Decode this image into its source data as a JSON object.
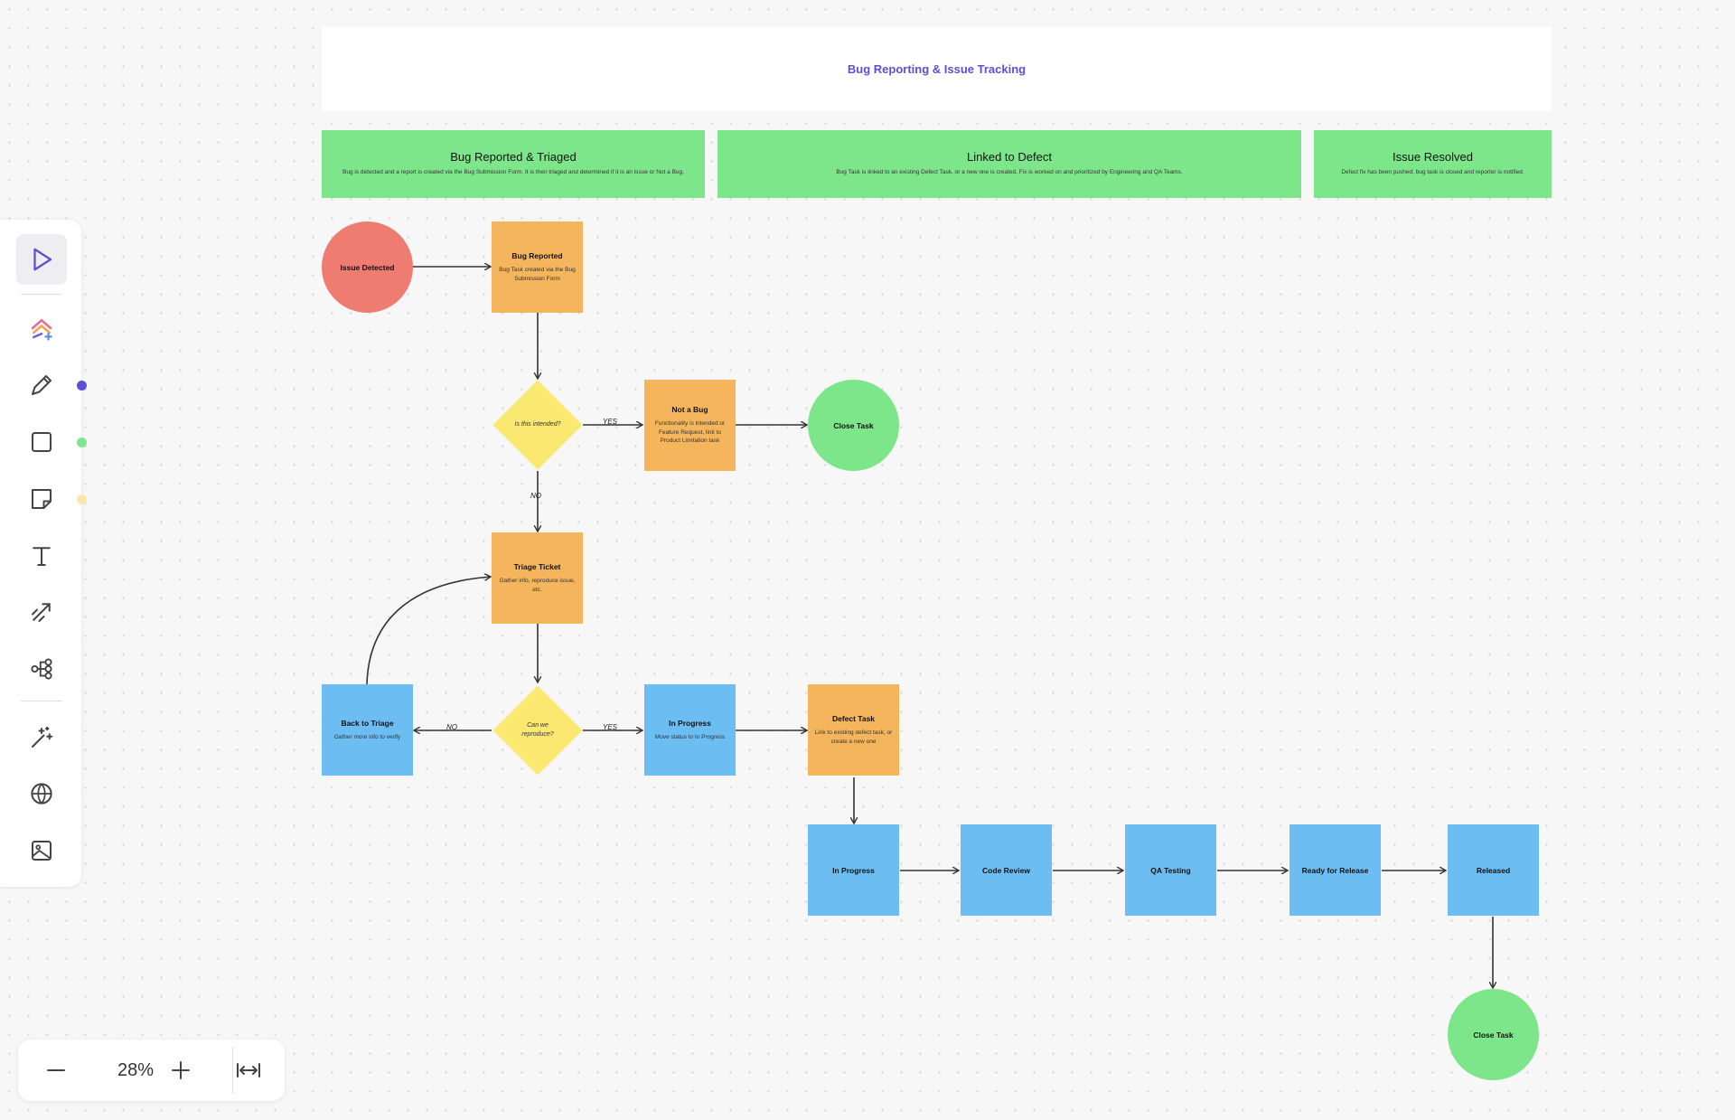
{
  "title": "Bug Reporting & Issue Tracking",
  "phases": [
    {
      "title": "Bug Reported & Triaged",
      "desc": "Bug is detected and a report is created via the Bug Submission Form. It is then triaged and determined if it is an issue or Not a Bug."
    },
    {
      "title": "Linked to Defect",
      "desc": "Bug Task is linked to an existing Defect Task, or a new one is created. Fix is worked on and prioritized by Engineering and QA Teams."
    },
    {
      "title": "Issue Resolved",
      "desc": "Defect fix has been pushed, bug task is closed and reporter is notified."
    }
  ],
  "nodes": {
    "issue_detected": {
      "title": "Issue Detected"
    },
    "bug_reported": {
      "title": "Bug Reported",
      "desc": "Bug Task created via the Bug Submission Form"
    },
    "is_intended": {
      "text": "Is this intended?"
    },
    "not_a_bug": {
      "title": "Not a Bug",
      "desc": "Functionality is intended or Feature Request, link to Product Limitation task"
    },
    "close_task_1": {
      "title": "Close Task"
    },
    "triage_ticket": {
      "title": "Triage Ticket",
      "desc": "Gather info, reproduce issue, etc."
    },
    "can_reproduce": {
      "text": "Can we reproduce?"
    },
    "back_to_triage": {
      "title": "Back to Triage",
      "desc": "Gather more info to verify"
    },
    "in_progress_1": {
      "title": "In Progress",
      "desc": "Move status to In Progress"
    },
    "defect_task": {
      "title": "Defect Task",
      "desc": "Link to existing defect task, or create a new one"
    },
    "in_progress_2": {
      "title": "In Progress"
    },
    "code_review": {
      "title": "Code Review"
    },
    "qa_testing": {
      "title": "QA Testing"
    },
    "ready_for_release": {
      "title": "Ready for Release"
    },
    "released": {
      "title": "Released"
    },
    "close_task_2": {
      "title": "Close Task"
    }
  },
  "edge_labels": {
    "yes": "YES",
    "no": "NO"
  },
  "toolbar": {
    "tools": [
      "select-icon",
      "ai-create-icon",
      "pen-icon",
      "shape-icon",
      "sticky-note-icon",
      "text-icon",
      "connector-icon",
      "mind-map-icon",
      "magic-icon",
      "globe-icon",
      "image-icon"
    ],
    "colors": {
      "pen": "#5b4fd6",
      "shape": "#7ee68a",
      "sticky": "#fde7a6"
    }
  },
  "zoom": {
    "value": "28%"
  }
}
